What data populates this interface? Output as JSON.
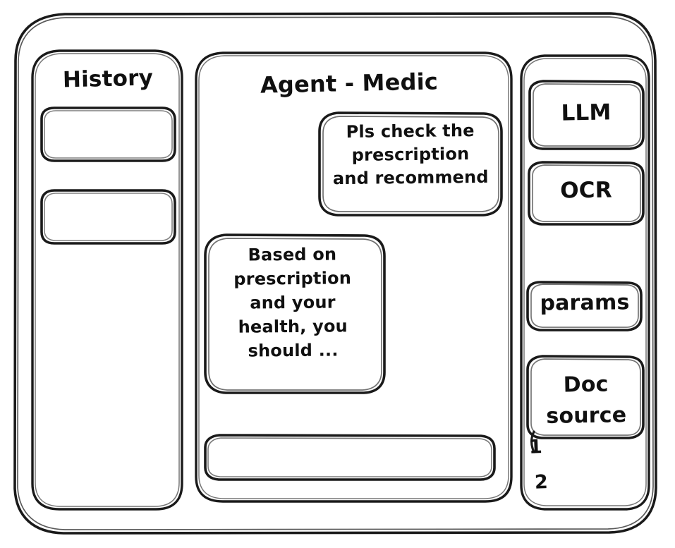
{
  "window": {
    "style": "hand-drawn-wireframe",
    "background_color": "#ffffff",
    "stroke_color": "#1a1a1a"
  },
  "sidebar_left": {
    "title": "History",
    "items": [
      {
        "label": "",
        "name": "history-item-1"
      },
      {
        "label": "",
        "name": "history-item-2"
      }
    ]
  },
  "main": {
    "title": "Agent - Medic",
    "messages": [
      {
        "role": "user",
        "text": "Pls check the\nprescription\nand recommend"
      },
      {
        "role": "assistant",
        "text": "Based on\nprescription\nand your\nhealth, you\nshould ..."
      }
    ],
    "composer": {
      "value": "",
      "placeholder": ""
    }
  },
  "sidebar_right": {
    "buttons": [
      {
        "label": "LLM",
        "name": "llm-button"
      },
      {
        "label": "OCR",
        "name": "ocr-button"
      },
      {
        "label": "params",
        "name": "params-button"
      }
    ],
    "doc_source": {
      "label": "Doc\nsource",
      "items": [
        {
          "label": "1"
        },
        {
          "label": "2"
        }
      ]
    }
  }
}
